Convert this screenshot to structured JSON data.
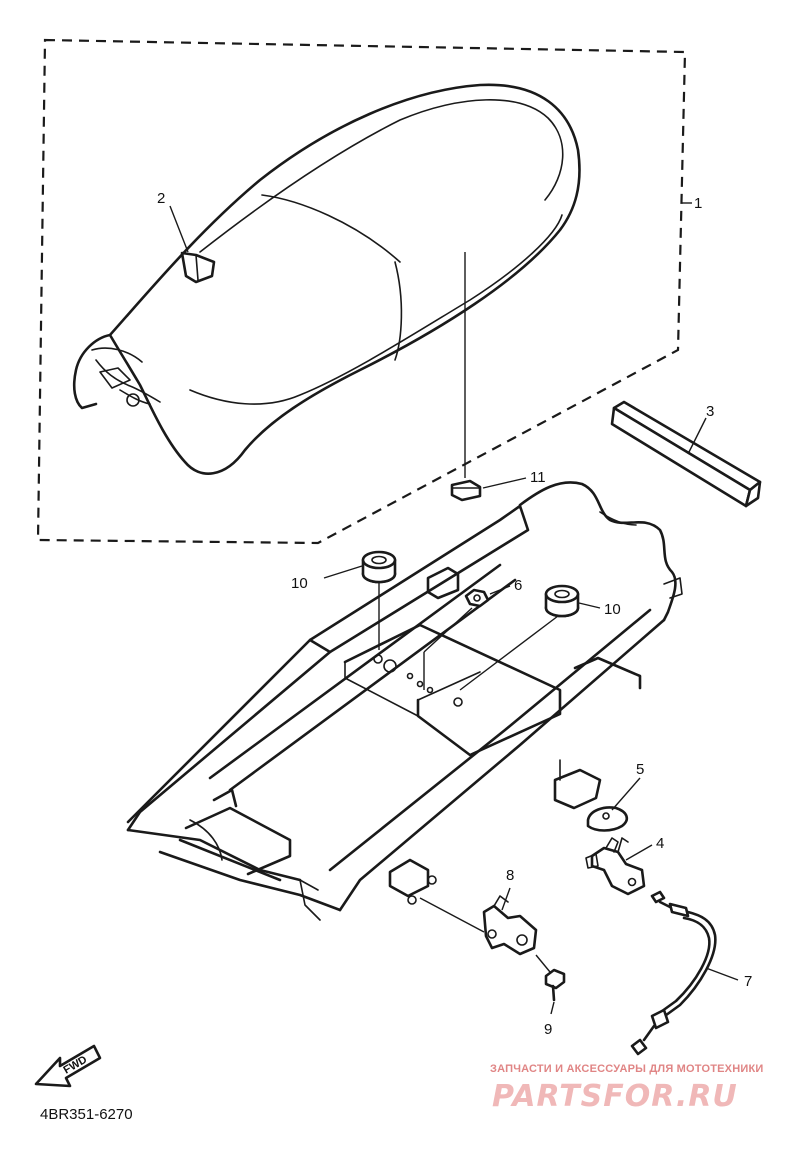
{
  "diagram": {
    "part_code": "4BR351-6270",
    "direction_label": "FWD",
    "callouts": {
      "c1": "1",
      "c2": "2",
      "c3": "3",
      "c4": "4",
      "c5": "5",
      "c6": "6",
      "c7": "7",
      "c8": "8",
      "c9": "9",
      "c10a": "10",
      "c10b": "10",
      "c11": "11"
    }
  },
  "watermark": {
    "tagline": "ЗАПЧАСТИ И АКСЕССУАРЫ ДЛЯ МОТОТЕХНИКИ",
    "logo": "PARTSFOR.RU"
  },
  "colors": {
    "line": "#1a1a1a",
    "watermark_tagline": "#e08585",
    "watermark_logo": "#f0b8b8"
  }
}
